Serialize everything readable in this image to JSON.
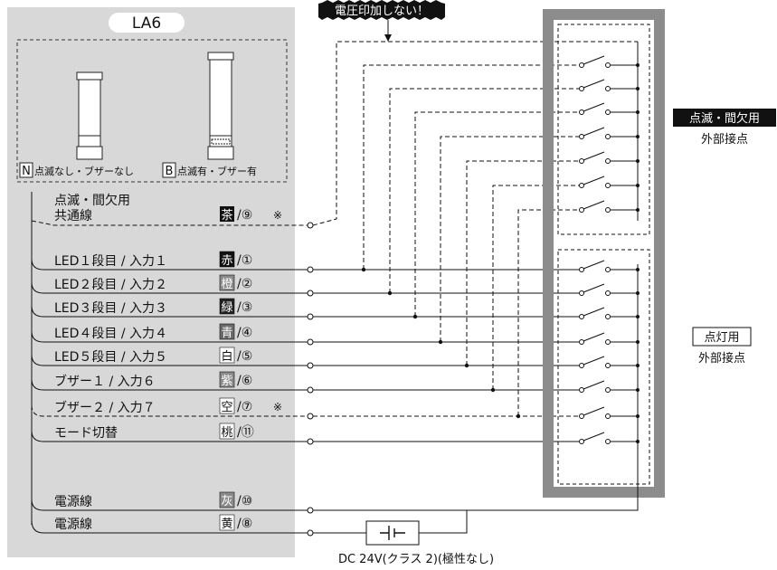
{
  "device": {
    "name": "LA6",
    "variant_n": {
      "code": "N",
      "text": "点滅なし・ブザーなし"
    },
    "variant_b": {
      "code": "B",
      "text": "点滅有・ブザー有"
    }
  },
  "warning": "電圧印加しない！",
  "common": {
    "label_line1": "点滅・間欠用",
    "label_line2": "共通線",
    "color": "茶",
    "num": "/⑨",
    "mark": "※"
  },
  "wires": [
    {
      "label": "LED１段目 / 入力１",
      "color": "赤",
      "num": "/①",
      "mark": "",
      "fill": "#111111",
      "textc": "#ffffff"
    },
    {
      "label": "LED２段目 / 入力２",
      "color": "橙",
      "num": "/②",
      "mark": "",
      "fill": "#8a8a8a",
      "textc": "#ffffff"
    },
    {
      "label": "LED３段目 / 入力３",
      "color": "緑",
      "num": "/③",
      "mark": "",
      "fill": "#222222",
      "textc": "#ffffff"
    },
    {
      "label": "LED４段目 / 入力４",
      "color": "青",
      "num": "/④",
      "mark": "",
      "fill": "#6a6a6a",
      "textc": "#ffffff"
    },
    {
      "label": "LED５段目 / 入力５",
      "color": "白",
      "num": "/⑤",
      "mark": "",
      "fill": "#ffffff",
      "textc": "#111111"
    },
    {
      "label": "ブザー１ / 入力６",
      "color": "紫",
      "num": "/⑥",
      "mark": "",
      "fill": "#8a8a8a",
      "textc": "#ffffff"
    },
    {
      "label": "ブザー２ / 入力７",
      "color": "空",
      "num": "/⑦",
      "mark": "※",
      "fill": "#ffffff",
      "textc": "#111111"
    },
    {
      "label": "モード切替",
      "color": "桃",
      "num": "/⑪",
      "mark": "",
      "fill": "#ffffff",
      "textc": "#111111"
    }
  ],
  "power": [
    {
      "label": "電源線",
      "color": "灰",
      "num": "/⑩",
      "fill": "#8a8a8a",
      "textc": "#ffffff"
    },
    {
      "label": "電源線",
      "color": "黄",
      "num": "/⑧",
      "fill": "#ffffff",
      "textc": "#111111"
    }
  ],
  "flash_contacts": {
    "title": "点滅・間欠用",
    "subtitle": "外部接点"
  },
  "light_contacts": {
    "title": "点灯用",
    "subtitle": "外部接点"
  },
  "dc_label": "DC 24V(クラス 2)(極性なし)",
  "colors": {
    "panel": "#d8d8d8",
    "box_border": "#8c8c8c",
    "line": "#111111"
  }
}
